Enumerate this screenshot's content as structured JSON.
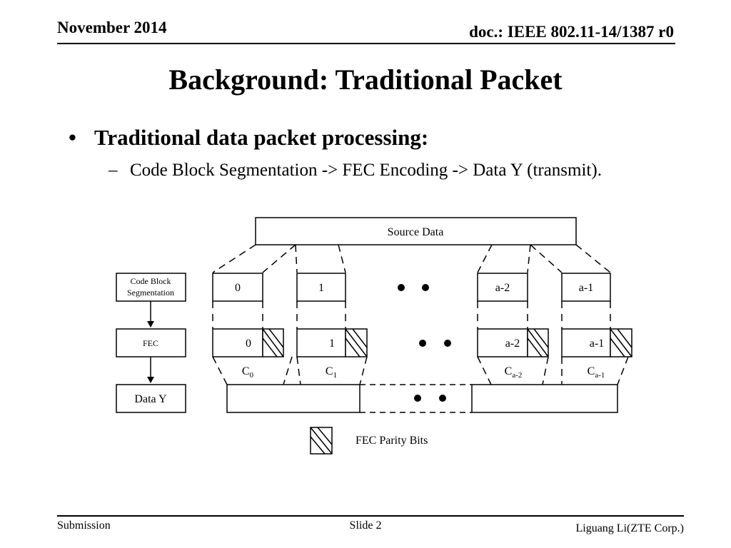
{
  "header": {
    "date": "November 2014",
    "doc_id": "doc.: IEEE 802.11-14/1387 r0"
  },
  "slide": {
    "title": "Background: Traditional Packet",
    "bullet_main": "Traditional data packet processing:",
    "bullet_sub": "Code Block Segmentation -> FEC Encoding -> Data Y (transmit).",
    "bullet_marker": "•",
    "sub_marker": "–"
  },
  "diagram": {
    "source_label": "Source Data",
    "flow": {
      "step1_line1": "Code Block",
      "step1_line2": "Segmentation",
      "step2": "FEC",
      "step3": "Data Y"
    },
    "blocks": {
      "b0": "0",
      "b1": "1",
      "b2": "a-2",
      "b3": "a-1"
    },
    "codeword_letter": "C",
    "codeword_subs": [
      "0",
      "1",
      "a-2",
      "a-1"
    ],
    "legend_label": "FEC Parity Bits"
  },
  "footer": {
    "left": "Submission",
    "center": "Slide 2",
    "right": "Liguang Li(ZTE Corp.)"
  }
}
